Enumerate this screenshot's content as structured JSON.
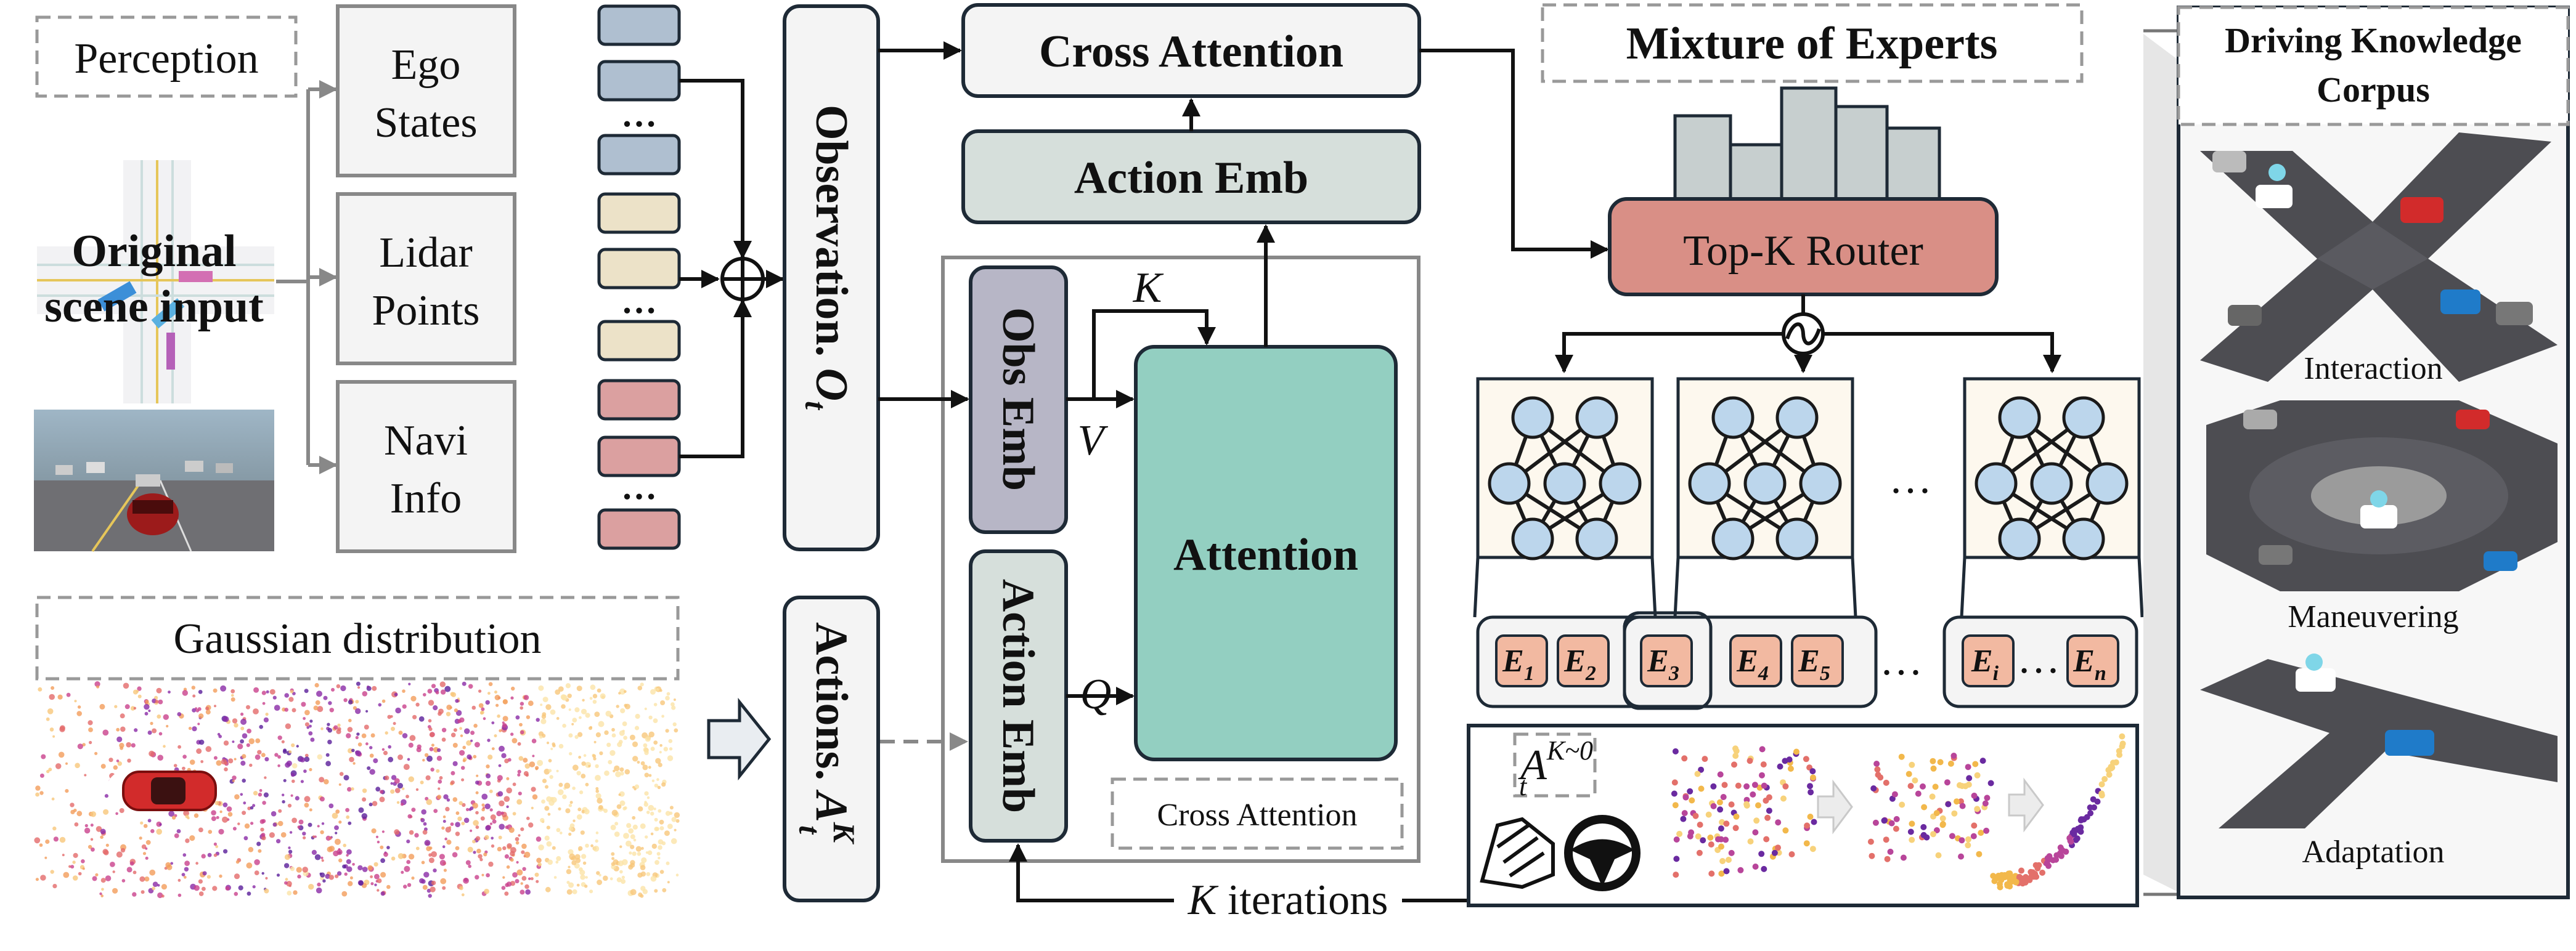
{
  "perception": {
    "title": "Perception",
    "scene_label_line1": "Original",
    "scene_label_line2": "scene input",
    "inputs": [
      {
        "line1": "Ego",
        "line2": "States"
      },
      {
        "line1": "Lidar",
        "line2": "Points"
      },
      {
        "line1": "Navi",
        "line2": "Info"
      }
    ],
    "ellipsis": "…"
  },
  "observation": {
    "label": "Observation. ",
    "symbol": "O",
    "subscript": "t"
  },
  "gaussian": {
    "title": "Gaussian distribution"
  },
  "actions": {
    "label": "Actions. ",
    "symbol": "A",
    "subscript": "t",
    "superscript": "K"
  },
  "transformer": {
    "cross_attention_top": "Cross Attention",
    "action_emb_top": "Action Emb",
    "obs_emb": "Obs Emb",
    "action_emb_side": "Action Emb",
    "attention": "Attention",
    "cross_attention_label": "Cross Attention",
    "k_label": "K",
    "v_label": "V",
    "q_label": "Q",
    "iterations_symbol": "K",
    "iterations_text": " iterations"
  },
  "moe": {
    "title": "Mixture of Experts",
    "router": "Top-K Router",
    "ellipsis": "…",
    "experts": [
      {
        "symbol": "E",
        "sub": "1"
      },
      {
        "symbol": "E",
        "sub": "2"
      },
      {
        "symbol": "E",
        "sub": "3"
      },
      {
        "symbol": "E",
        "sub": "4"
      },
      {
        "symbol": "E",
        "sub": "5"
      },
      {
        "symbol": "E",
        "sub": "i"
      },
      {
        "symbol": "E",
        "sub": "n"
      }
    ],
    "expert_dots": "…",
    "denoise_symbol": "A",
    "denoise_sub": "t",
    "denoise_sup": "K~0"
  },
  "corpus": {
    "title_line1": "Driving Knowledge",
    "title_line2": "Corpus",
    "items": [
      "Interaction",
      "Maneuvering",
      "Adaptation"
    ]
  },
  "colors": {
    "token_blue": "#afbfd0",
    "token_cream": "#ece2c8",
    "token_pink": "#dba0a0",
    "obs_emb": "#b7b6c6",
    "action_emb": "#d6dfdb",
    "attention": "#93cfc1",
    "router": "#d98f86",
    "expert_chip": "#f2b9a1",
    "node": "#bcd6ec"
  }
}
